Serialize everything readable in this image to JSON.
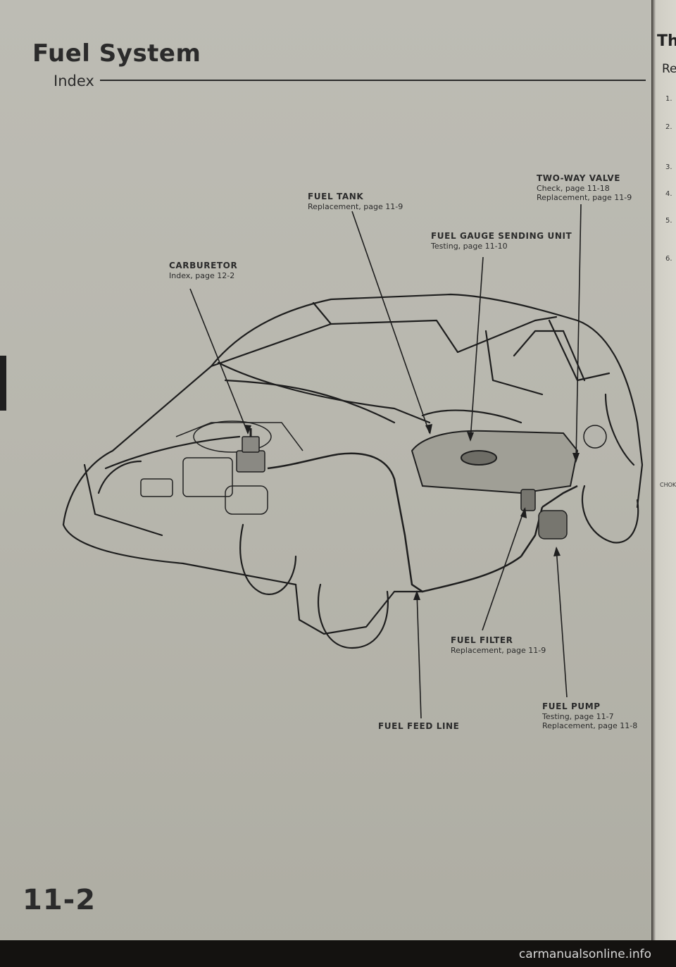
{
  "header": {
    "title": "Fuel System",
    "subtitle": "Index"
  },
  "page_number": "11-2",
  "callouts": {
    "two_way_valve": {
      "name": "TWO-WAY VALVE",
      "line1": "Check, page 11-18",
      "line2": "Replacement, page 11-9"
    },
    "fuel_tank": {
      "name": "FUEL TANK",
      "line1": "Replacement, page 11-9"
    },
    "fuel_gauge_sending_unit": {
      "name": "FUEL GAUGE SENDING UNIT",
      "line1": "Testing, page 11-10"
    },
    "carburetor": {
      "name": "CARBURETOR",
      "line1": "Index, page 12-2"
    },
    "fuel_filter": {
      "name": "FUEL FILTER",
      "line1": "Replacement, page 11-9"
    },
    "fuel_feed_line": {
      "name": "FUEL FEED LINE"
    },
    "fuel_pump": {
      "name": "FUEL PUMP",
      "line1": "Testing, page 11-7",
      "line2": "Replacement, page 11-8"
    }
  },
  "next_page": {
    "title": "Th",
    "subtitle": "Re",
    "numbers": [
      "1.",
      "2.",
      "3.",
      "4.",
      "5.",
      "6."
    ],
    "label": "CHOK"
  },
  "watermark": "carmanualsonline.info"
}
